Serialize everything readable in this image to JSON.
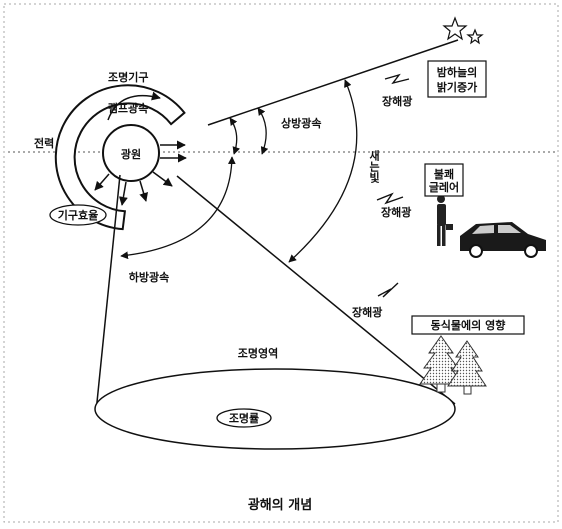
{
  "labels": {
    "luminaire": "조명기구",
    "lamp_flux": "램프광속",
    "power": "전력",
    "light_source": "광원",
    "luminaire_efficiency": "기구효율",
    "upward_flux": "상방광속",
    "downward_flux": "하방광속",
    "spill_light": "새는빛",
    "night_sky": [
      "밤하늘의",
      "밝기증가"
    ],
    "discomfort_glare": [
      "불쾌",
      "글레어"
    ],
    "obtrusive_light_1": "장해광",
    "obtrusive_light_2": "장해광",
    "obtrusive_light_3": "장해광",
    "flora_fauna": "동식물에의 영향",
    "lit_area": "조명영역",
    "illuminance": "조명률",
    "caption": "광해의 개념"
  },
  "icons": [
    "star-icon",
    "star-icon",
    "person-icon",
    "car-icon",
    "tree-icon",
    "lightning-icon"
  ]
}
